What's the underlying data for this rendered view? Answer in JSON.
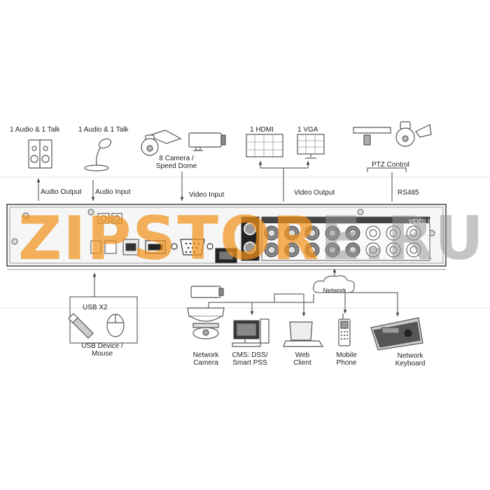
{
  "labels": {
    "audio_talk_left": "1 Audio  & 1 Talk",
    "audio_talk_right": "1 Audio & 1 Talk",
    "camera_line1": "8  Camera /",
    "camera_line2": "Speed Dome",
    "hdmi": "1 HDMI",
    "vga": "1 VGA",
    "ptz_control": "PTZ Control",
    "audio_output": "Audio  Output",
    "audio_input": "Audio  Input",
    "video_input": "Video Input",
    "video_output": "Video Output",
    "rs485": "RS485",
    "usb_x2": "USB X2",
    "usb_device_line1": "USB Device /",
    "usb_device_line2": "Mouse",
    "network": "Network",
    "network_camera_line1": "Network",
    "network_camera_line2": "Camera",
    "cms_line1": "CMS: DSS/",
    "cms_line2": "Smart PSS",
    "web_client_line1": "Web",
    "web_client_line2": "Client",
    "mobile_phone_line1": "Mobile",
    "mobile_phone_line2": "Phone",
    "network_keyboard_line1": "Network",
    "network_keyboard_line2": "Keyboard",
    "video_in_panel": "VIDEO IN"
  },
  "watermark": {
    "part1": "ZIPSTOR",
    "part2": "E.RU",
    "color": "#f0921c"
  }
}
